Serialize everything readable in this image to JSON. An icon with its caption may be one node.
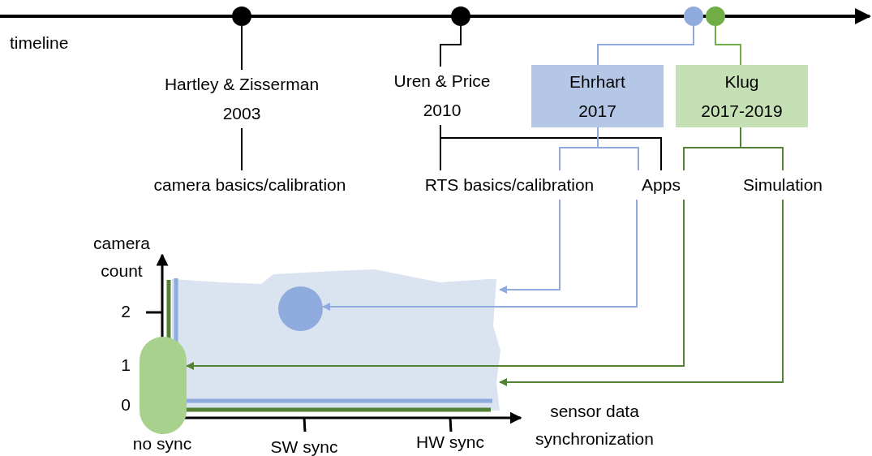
{
  "diagram": {
    "nodes": [
      {
        "text": [],
        "shape": "circle"
      },
      {
        "text": [],
        "shape": "circle"
      },
      {
        "text": [],
        "shape": "circle"
      },
      {
        "text": [],
        "shape": "circle"
      },
      {
        "text": [
          "Hartley & Zisserman",
          "2003"
        ]
      },
      {
        "text": [
          "Uren & Price",
          "2010"
        ]
      },
      {
        "text": [
          "Ehrhart",
          "2017"
        ]
      },
      {
        "text": [
          "Klug",
          "2017-2019"
        ]
      },
      {
        "text": [
          "camera basics/calibration"
        ]
      },
      {
        "text": [
          "RTS basics/calibration"
        ]
      },
      {
        "text": [
          "Apps"
        ]
      },
      {
        "text": [
          "Simulation"
        ]
      },
      {
        "text": [],
        "shape": "cloud"
      },
      {
        "text": [],
        "shape": "circle",
        "in": 12
      },
      {
        "text": [],
        "shape": "ellipse"
      }
    ],
    "edges": [
      {
        "from": 0,
        "to": 4,
        "arrow": "none"
      },
      {
        "from": 4,
        "to": 8,
        "arrow": "none"
      },
      {
        "from": 1,
        "to": 5,
        "arrow": "none"
      },
      {
        "from": 5,
        "to": 9,
        "arrow": "none"
      },
      {
        "from": 5,
        "to": 10,
        "arrow": "none"
      },
      {
        "from": 2,
        "to": 6,
        "arrow": "none",
        "color": "#8faadc"
      },
      {
        "from": 3,
        "to": 7,
        "arrow": "none",
        "color": "#70ad47"
      },
      {
        "from": 6,
        "to": 9,
        "arrow": "none",
        "color": "#8faadc"
      },
      {
        "from": 6,
        "to": 10,
        "arrow": "none",
        "color": "#8faadc"
      },
      {
        "from": 7,
        "to": 10,
        "arrow": "none",
        "color": "#548235"
      },
      {
        "from": 7,
        "to": 11,
        "arrow": "none",
        "color": "#548235"
      },
      {
        "from": 9,
        "to": 12,
        "arrow": "to",
        "color": "#8faadc"
      },
      {
        "from": 10,
        "to": 13,
        "arrow": "to",
        "color": "#8faadc"
      },
      {
        "from": 10,
        "to": 14,
        "arrow": "to",
        "color": "#548235"
      },
      {
        "from": 11,
        "to": 12,
        "arrow": "to",
        "color": "#548235"
      }
    ],
    "labels": [
      "timeline",
      "camera count",
      "2",
      "1",
      "0",
      "no sync",
      "SW sync",
      "HW sync",
      "sensor data synchronization"
    ]
  }
}
